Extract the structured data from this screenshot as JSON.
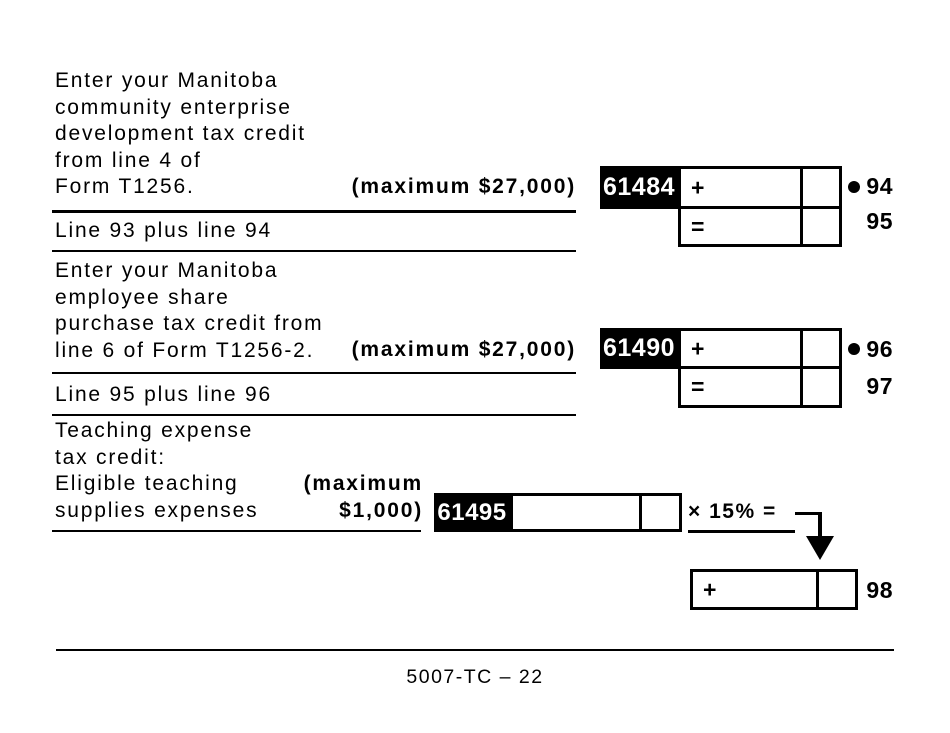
{
  "form": {
    "footer_code": "5007-TC – 22"
  },
  "section1": {
    "line1": "Enter your Manitoba",
    "line2": "community enterprise",
    "line3": "development tax credit",
    "line4": "from line 4 of",
    "line5": "Form T1256.",
    "max_note": "(maximum $27,000)",
    "field_code": "61484",
    "plus_sign": "+",
    "line_number": "94",
    "sum_label": "Line 93 plus line 94",
    "equals_sign": "=",
    "sum_line_number": "95"
  },
  "section2": {
    "line1": "Enter your Manitoba",
    "line2": "employee share",
    "line3": "purchase tax credit from",
    "line4": "line 6 of Form T1256-2.",
    "max_note": "(maximum $27,000)",
    "field_code": "61490",
    "plus_sign": "+",
    "line_number": "96",
    "sum_label": "Line 95 plus line 96",
    "equals_sign": "=",
    "sum_line_number": "97"
  },
  "section3": {
    "line1": "Teaching expense",
    "line2": "tax credit:",
    "line3": "Eligible teaching",
    "line4": "supplies expenses",
    "max_note_line1": "(maximum",
    "max_note_line2": "$1,000)",
    "field_code": "61495",
    "multiplier_text": "× 15% =",
    "plus_sign": "+",
    "line_number": "98"
  }
}
